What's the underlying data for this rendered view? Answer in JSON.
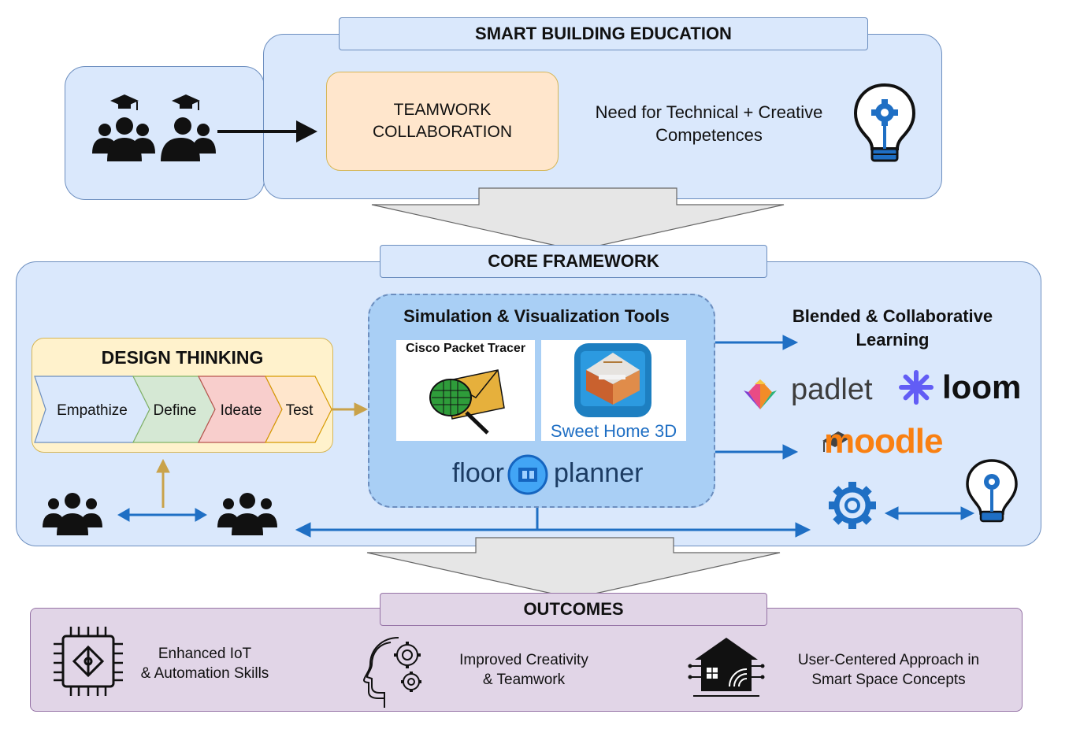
{
  "top": {
    "title": "SMART BUILDING EDUCATION",
    "teamwork_line1": "TEAMWORK",
    "teamwork_line2": "COLLABORATION",
    "need_line1": "Need for Technical + Creative",
    "need_line2": "Competences"
  },
  "core": {
    "title": "CORE FRAMEWORK",
    "design_thinking": {
      "title": "DESIGN THINKING",
      "steps": [
        "Empathize",
        "Define",
        "Ideate",
        "Test"
      ]
    },
    "tools": {
      "title": "Simulation & Visualization Tools",
      "cisco_label": "Cisco Packet Tracer",
      "sweethome_label": "Sweet Home 3D",
      "floorplanner_left": "floor",
      "floorplanner_right": "planner"
    },
    "blended": {
      "title_line1": "Blended & Collaborative",
      "title_line2": "Learning",
      "padlet": "padlet",
      "loom": "loom",
      "moodle": "moodle"
    }
  },
  "outcomes": {
    "title": "OUTCOMES",
    "items": [
      {
        "line1": "Enhanced IoT",
        "line2": "& Automation Skills",
        "icon": "chip-icon"
      },
      {
        "line1": "Improved Creativity",
        "line2": "& Teamwork",
        "icon": "head-gears-icon"
      },
      {
        "line1": "User-Centered Approach in",
        "line2": "Smart Space Concepts",
        "icon": "smart-house-icon"
      }
    ]
  },
  "colors": {
    "panel_blue": "#dae8fc",
    "panel_border": "#6c8ebf",
    "teamwork_fill": "#ffe6cc",
    "teamwork_border": "#d6b656",
    "design_fill": "#fff2cc",
    "empathize": "#dae8fc",
    "define": "#d5e8d4",
    "ideate": "#f8cecc",
    "test": "#ffe6cc",
    "arrow_blue": "#1f6fc4",
    "arrow_gold": "#c9a24a",
    "outcomes_fill": "#e1d5e7",
    "outcomes_border": "#9673a6"
  }
}
